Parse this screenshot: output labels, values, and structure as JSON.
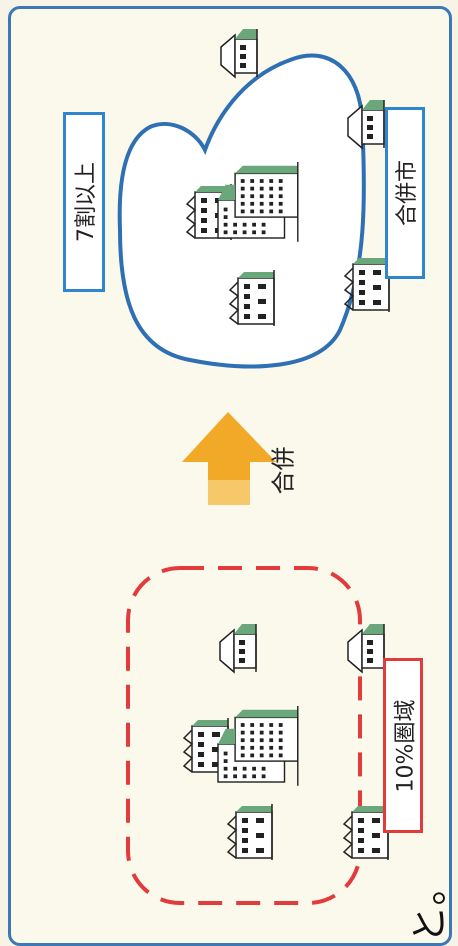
{
  "labels": {
    "threshold": "7割以上",
    "merged_city": "合併市",
    "sphere": "10%圏域",
    "merge": "合併"
  },
  "tail_text": "と。",
  "colors": {
    "frame_border": "#3b78b5",
    "blue_box": "#2f86cf",
    "red_box": "#e23b3b",
    "merged_region": "#2f6fb3",
    "dashed_region": "#e23b3b",
    "arrow": "#f2a928",
    "building_fill": "#ffffff",
    "building_shadow": "#6aa77a"
  },
  "icons": {
    "house": "house-icon",
    "apartment": "apartment-building-icon",
    "arrow": "arrow-up-icon"
  }
}
